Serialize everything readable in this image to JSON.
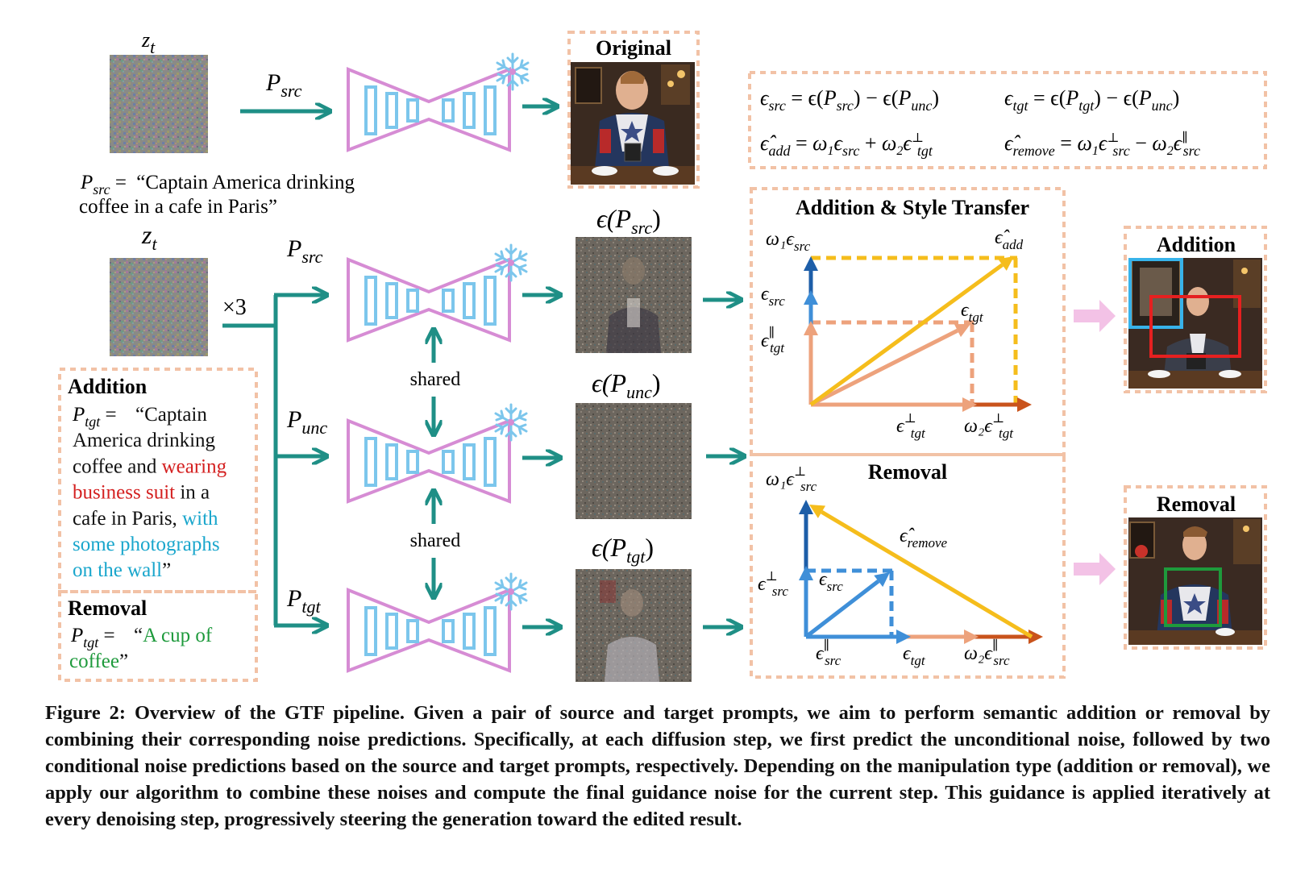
{
  "noise_label": "z",
  "noise_sub": "t",
  "top_row": {
    "prompt_label": "P",
    "prompt_sub": "src",
    "output_title": "Original"
  },
  "src_prompt": {
    "label": "P",
    "sub": "src",
    "eq": " = ",
    "line1": "“Captain America drinking",
    "line2": "coffee in a cafe in Paris”"
  },
  "times_label": "×3",
  "branches": [
    {
      "prompt": "P",
      "sub": "src",
      "out_label": "ϵ(P",
      "out_sub": "src",
      "out_close": ")"
    },
    {
      "prompt": "P",
      "sub": "unc",
      "out_label": "ϵ(P",
      "out_sub": "unc",
      "out_close": ")"
    },
    {
      "prompt": "P",
      "sub": "tgt",
      "out_label": "ϵ(P",
      "out_sub": "tgt",
      "out_close": ")"
    }
  ],
  "shared_label": "shared",
  "addition_box": {
    "title": "Addition",
    "eq_label": "P",
    "eq_sub": "tgt",
    "eq_sign": " = ",
    "lines": [
      [
        {
          "t": "“Captain",
          "c": "black"
        }
      ],
      [
        {
          "t": "America drinking",
          "c": "black"
        }
      ],
      [
        {
          "t": "coffee and ",
          "c": "black"
        },
        {
          "t": "wearing",
          "c": "red"
        }
      ],
      [
        {
          "t": "business suit",
          "c": "red"
        },
        {
          "t": " in a",
          "c": "black"
        }
      ],
      [
        {
          "t": "cafe in Paris, ",
          "c": "black"
        },
        {
          "t": "with",
          "c": "cyan"
        }
      ],
      [
        {
          "t": "some photographs",
          "c": "cyan"
        }
      ],
      [
        {
          "t": "on the wall",
          "c": "cyan"
        },
        {
          "t": "”",
          "c": "black"
        }
      ]
    ]
  },
  "removal_box": {
    "title": "Removal",
    "eq_label": "P",
    "eq_sub": "tgt",
    "eq_sign": " = ",
    "lines": [
      [
        {
          "t": "“",
          "c": "black"
        },
        {
          "t": "A cup of",
          "c": "green"
        }
      ],
      [
        {
          "t": "coffee",
          "c": "green"
        },
        {
          "t": "”",
          "c": "black"
        }
      ]
    ]
  },
  "formulas": {
    "f1": "ϵ_src = ϵ(P_src) − ϵ(P_unc)",
    "f2": "ϵ_tgt = ϵ(P_tgt) − ϵ(P_unc)",
    "f3": "ϵ̂_add = ω₁ϵ_src + ω₂ϵ⊥_tgt",
    "f4": "ϵ̂_remove = ω₁ϵ⊥_src − ω₂ϵ∥_src"
  },
  "addition_panel": {
    "title": "Addition & Style Transfer",
    "labels": {
      "w1_src": "ω₁ϵ",
      "w1_src_sub": "src",
      "src": "ϵ",
      "src_sub": "src",
      "tgt_par": "ϵ",
      "tgt_par_sup": "∥",
      "tgt_par_sub": "tgt",
      "add_hat": "ϵ̂",
      "add_hat_sub": "add",
      "tgt": "ϵ",
      "tgt_sub": "tgt",
      "tgt_perp": "ϵ",
      "tgt_perp_sup": "⊥",
      "tgt_perp_sub": "tgt",
      "w2_tgt_perp": "ω₂ϵ",
      "w2_tgt_perp_sup": "⊥",
      "w2_tgt_perp_sub": "tgt"
    }
  },
  "removal_panel": {
    "title": "Removal",
    "labels": {
      "w1_src_perp": "ω₁ϵ",
      "w1_src_perp_sup": "⊥",
      "w1_src_perp_sub": "src",
      "remove_hat": "ϵ̂",
      "remove_hat_sub": "remove",
      "src_perp": "ϵ",
      "src_perp_sup": "⊥",
      "src_perp_sub": "src",
      "src": "ϵ",
      "src_sub": "src",
      "src_par": "ϵ",
      "src_par_sup": "∥",
      "src_par_sub": "src",
      "tgt": "ϵ",
      "tgt_sub": "tgt",
      "w2_src_par": "ω₂ϵ",
      "w2_src_par_sup": "∥",
      "w2_src_par_sub": "src"
    }
  },
  "results": [
    {
      "title": "Addition"
    },
    {
      "title": "Removal"
    }
  ],
  "colors": {
    "teal": "#1f8f86",
    "peach_dash": "#f2c2a6",
    "unet_pink": "#d68cd4",
    "unet_blue": "#7cc6ec",
    "yellow": "#f5bd1c",
    "salmon": "#eda27c",
    "dark_orange": "#c9531c",
    "blue": "#3f8fd8",
    "navy": "#1d5ea8",
    "red_text": "#d42020",
    "cyan_text": "#19a6cc",
    "green_text": "#1e9a3c",
    "pink_arrow": "#f3c2e6"
  },
  "caption": {
    "label": "Figure 2: ",
    "text": "Overview of the GTF pipeline. Given a pair of source and target prompts, we aim to perform semantic addition or removal by combining their corresponding noise predictions. Specifically, at each diffusion step, we first predict the unconditional noise, followed by two conditional noise predictions based on the source and target prompts, respectively. Depending on the manipulation type (addition or removal), we apply our algorithm to combine these noises and compute the final guidance noise for the current step. This guidance is applied iteratively at every denoising step, progressively steering the generation toward the edited result."
  }
}
